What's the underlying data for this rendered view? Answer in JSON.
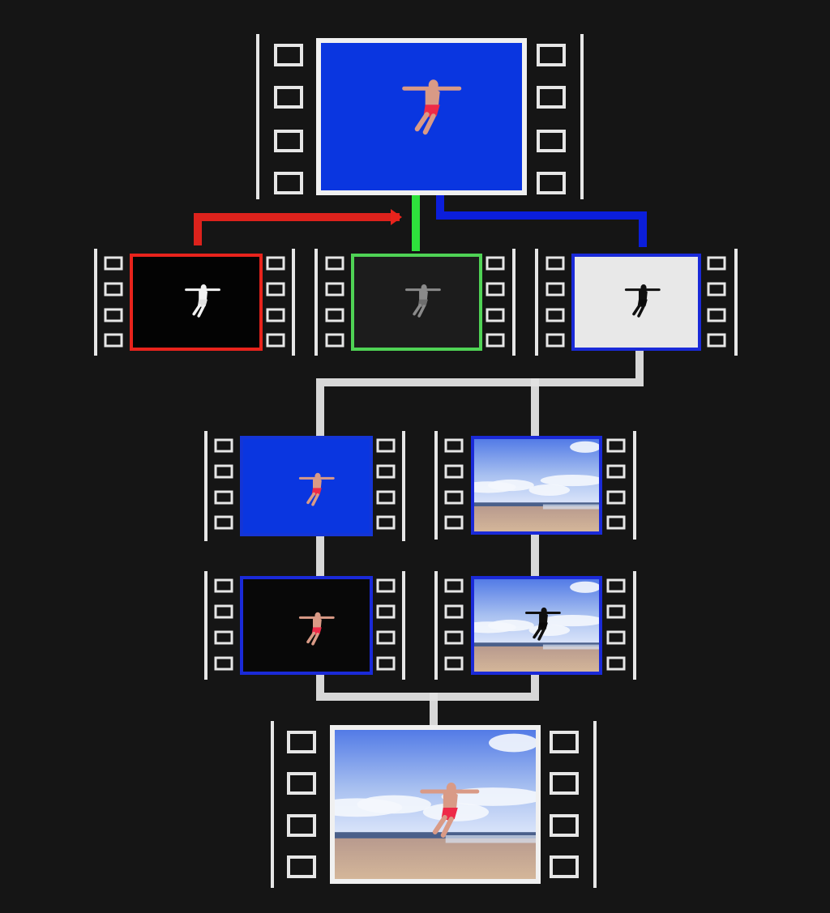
{
  "diagram": {
    "background": "#151515",
    "connector_color": "#e2e2e2",
    "sprocket_color": "#e6e6e6",
    "channel_colors": {
      "red": "#e8231c",
      "green": "#2ee23c",
      "blue": "#0b1fe6"
    }
  },
  "frames": [
    {
      "id": "source-bluescreen",
      "content": "bluescreen-figure",
      "frame_color": "#f0f0f0",
      "fill": "#0a36e0",
      "figure": "color"
    },
    {
      "id": "red-channel",
      "content": "channel-figure",
      "frame_color": "#e8231c",
      "fill": "#030303",
      "figure": "light"
    },
    {
      "id": "green-channel",
      "content": "channel-figure",
      "frame_color": "#4fd355",
      "fill": "#1c1c1c",
      "figure": "gray"
    },
    {
      "id": "blue-channel-matte",
      "content": "channel-figure",
      "frame_color": "#1a2ad8",
      "fill": "#e8e8e8",
      "figure": "dark"
    },
    {
      "id": "bluescreen-copy",
      "content": "bluescreen-figure",
      "frame_color": "#1435d6",
      "fill": "#0a36e0",
      "figure": "color"
    },
    {
      "id": "beach-background",
      "content": "beach",
      "frame_color": "#1a2ad8",
      "figure": "none"
    },
    {
      "id": "foreground-on-black",
      "content": "channel-figure",
      "frame_color": "#1a2ad8",
      "fill": "#080808",
      "figure": "color"
    },
    {
      "id": "beach-with-holdout",
      "content": "beach-figure",
      "frame_color": "#1a2ad8",
      "figure": "dark"
    },
    {
      "id": "final-composite",
      "content": "beach-figure",
      "frame_color": "#f0f0f0",
      "figure": "color"
    }
  ]
}
